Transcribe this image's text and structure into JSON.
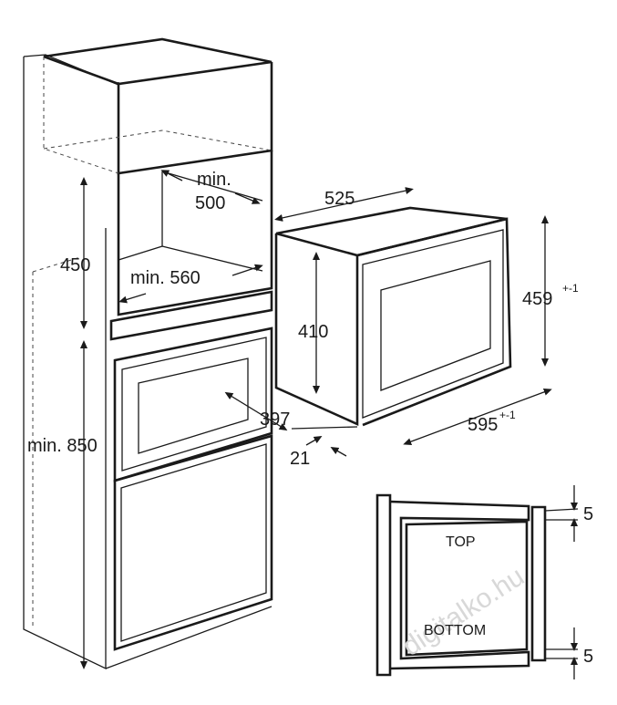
{
  "dims": {
    "cab_gap_a": "min.",
    "cab_gap_b": "500",
    "cab_height": "450",
    "cab_depth": "min. 560",
    "floor_height": "min. 850",
    "appliance_depth": "525",
    "appliance_front": "410",
    "appliance_height": "459",
    "appliance_height_tol": "+-1",
    "appliance_width": "595",
    "appliance_width_tol": "+-1",
    "door_offset": "397",
    "front_thickness": "21",
    "gap_top": "5",
    "gap_bottom": "5"
  },
  "detail": {
    "top_label": "TOP",
    "bottom_label": "BOTTOM"
  },
  "watermark": "digitalko.hu"
}
